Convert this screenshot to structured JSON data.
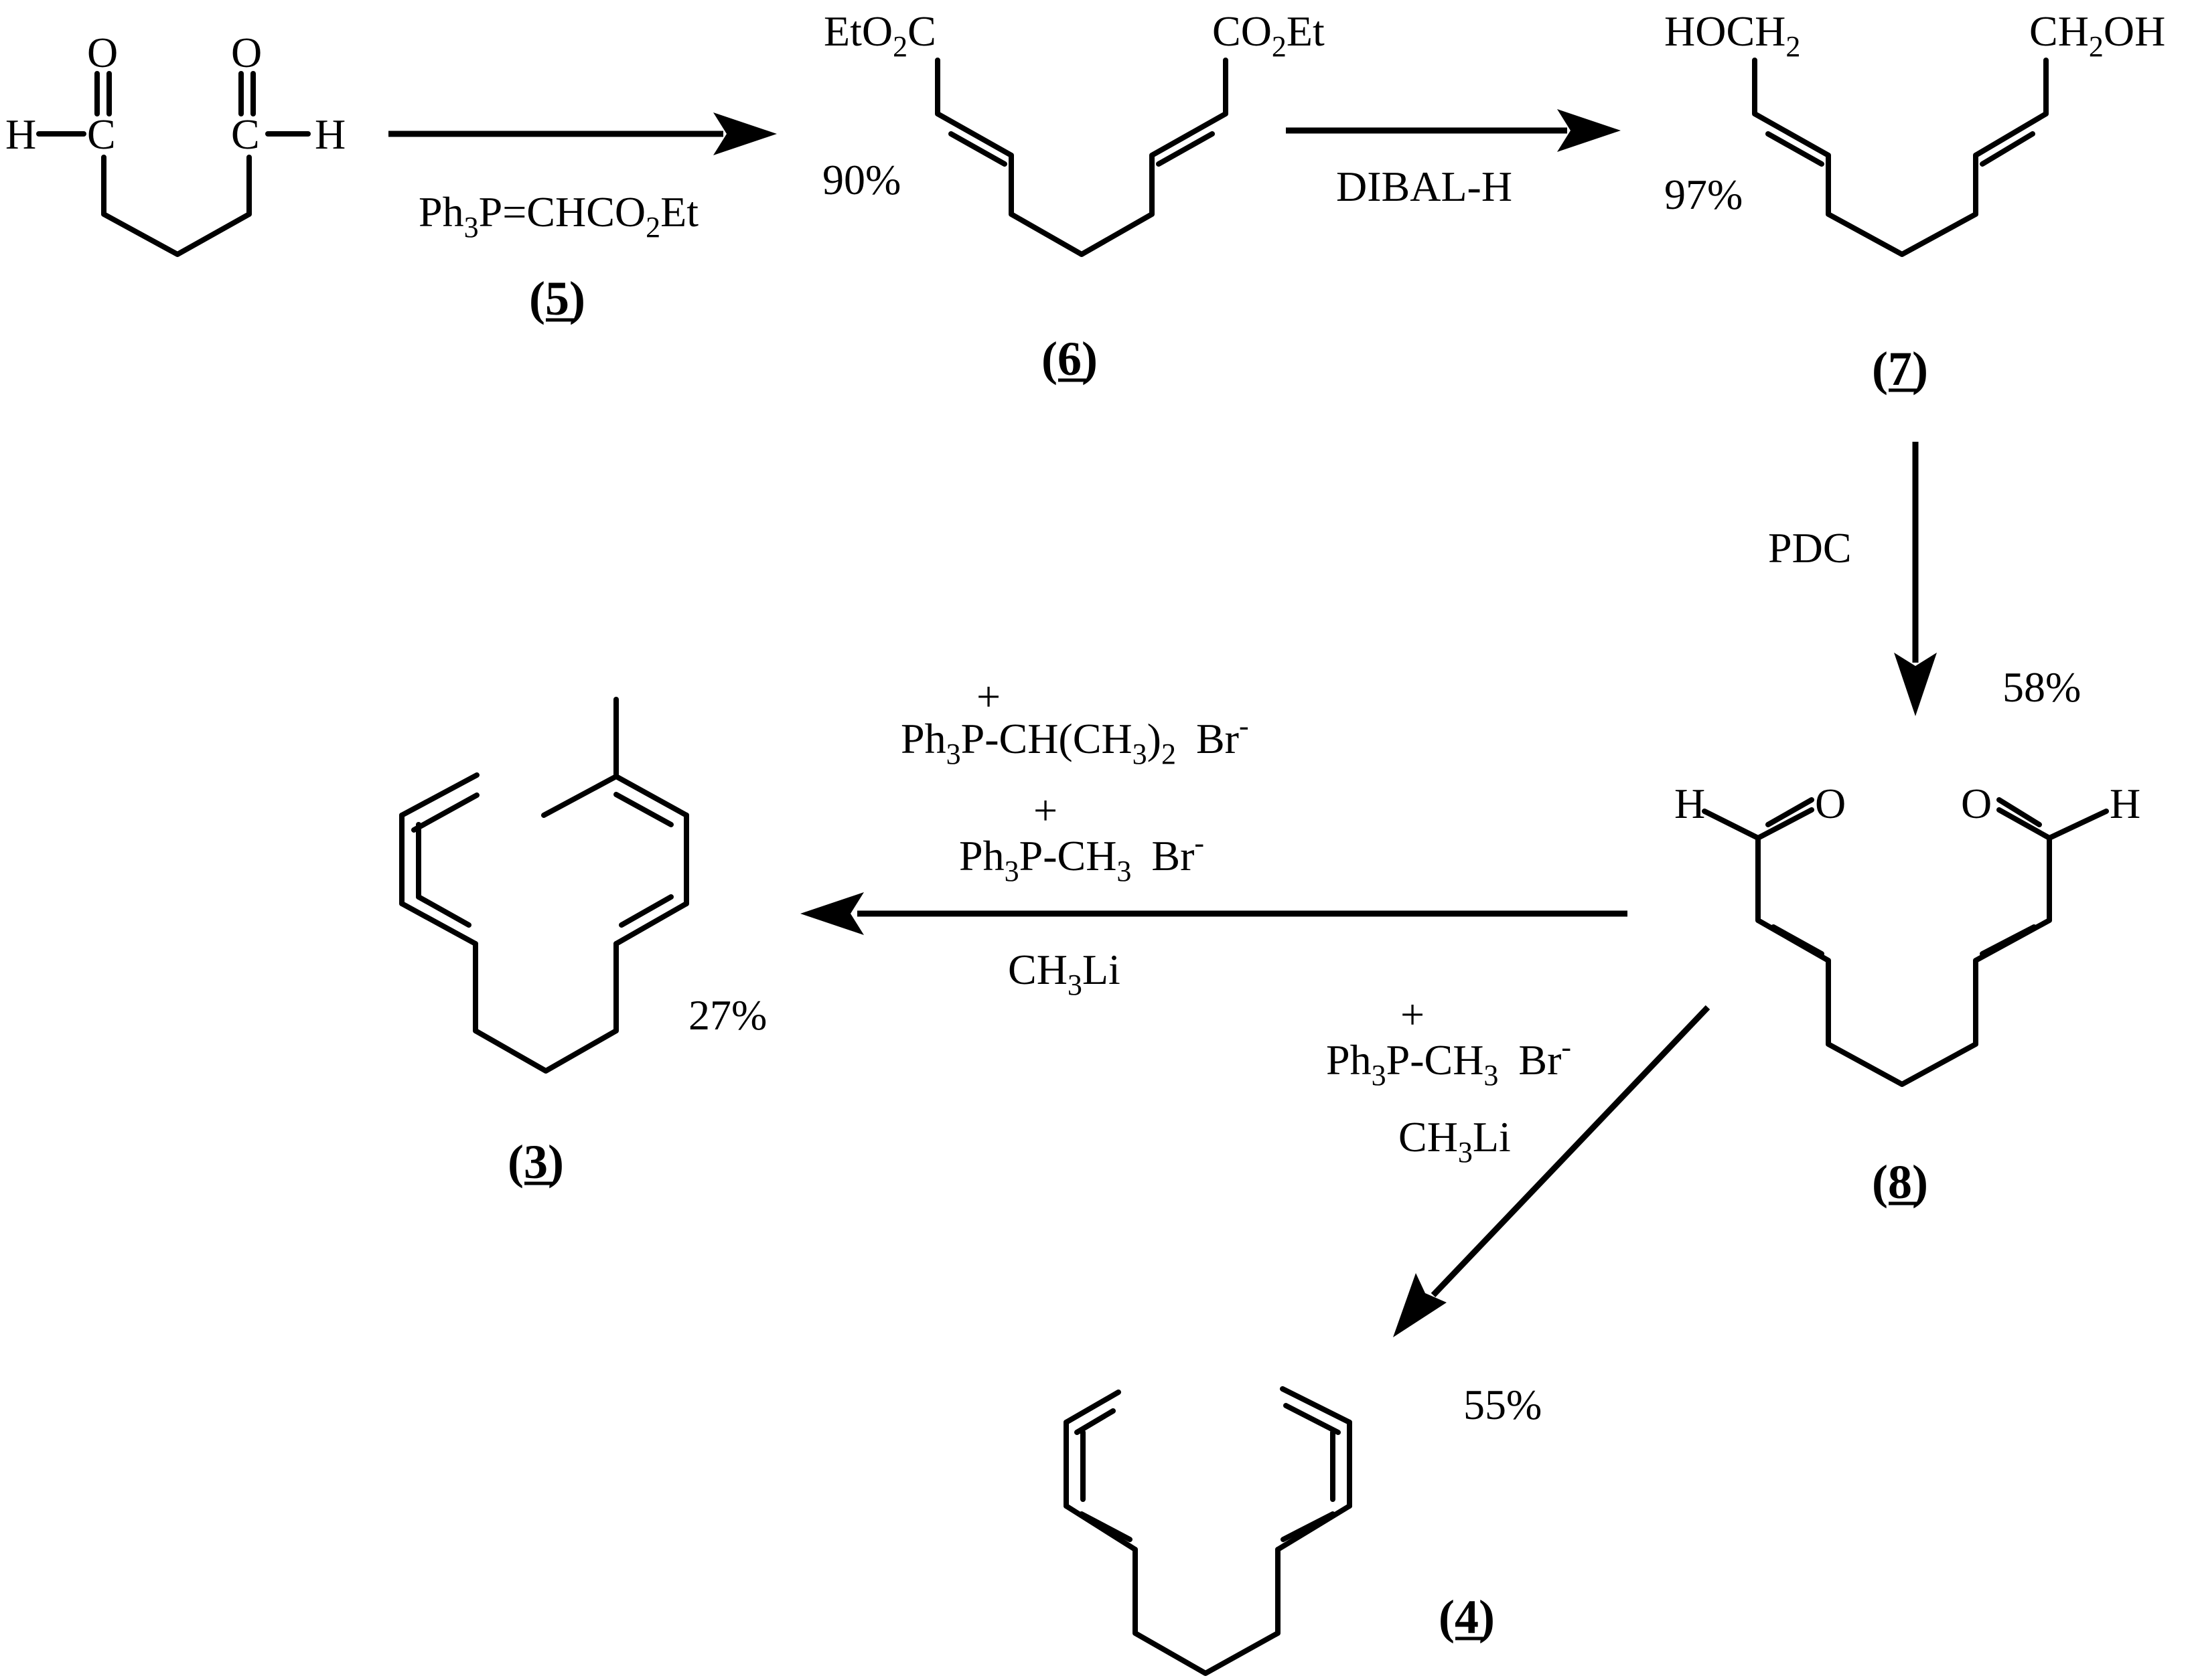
{
  "atoms": {
    "H": "H",
    "C": "C",
    "O": "O",
    "EtO2C_pre": "EtO",
    "EtO2C_sub": "2",
    "EtO2C_post": "C",
    "CO2Et_pre": "CO",
    "CO2Et_sub": "2",
    "CO2Et_post": "Et",
    "HOCH2_pre": "HOCH",
    "HOCH2_sub": "2",
    "CH2OH_pre": "CH",
    "CH2OH_sub": "2",
    "CH2OH_post": "OH"
  },
  "reagents": {
    "wittig_ester": {
      "pre": "Ph",
      "sub1": "3",
      "mid": "P=CHCO",
      "sub2": "2",
      "post": "Et"
    },
    "dibal": "DIBAL-H",
    "pdc": "PDC",
    "isopropyl_ylide": {
      "pre": "Ph",
      "sub1": "3",
      "charge": "+",
      "mid": "P-CH(CH",
      "sub2": "3",
      "close": ")",
      "sub3": "2",
      "anion": "Br",
      "anion_charge": "-"
    },
    "methyl_ylide": {
      "pre": "Ph",
      "sub1": "3",
      "charge": "+",
      "mid": "P-CH",
      "sub2": "3",
      "anion": "Br",
      "anion_charge": "-"
    },
    "methyllithium": {
      "pre": "CH",
      "sub": "3",
      "post": "Li"
    }
  },
  "yields": {
    "y6": "90%",
    "y7": "97%",
    "y8": "58%",
    "y3": "27%",
    "y4": "55%"
  },
  "compounds": {
    "c5": {
      "open": "(",
      "num": "5",
      "close": ")"
    },
    "c6": {
      "open": "(",
      "num": "6",
      "close": ")"
    },
    "c7": {
      "open": "(",
      "num": "7",
      "close": ")"
    },
    "c8": {
      "open": "(",
      "num": "8",
      "close": ")"
    },
    "c3": {
      "open": "(",
      "num": "3",
      "close": ")"
    },
    "c4": {
      "open": "(",
      "num": "4",
      "close": ")"
    }
  }
}
